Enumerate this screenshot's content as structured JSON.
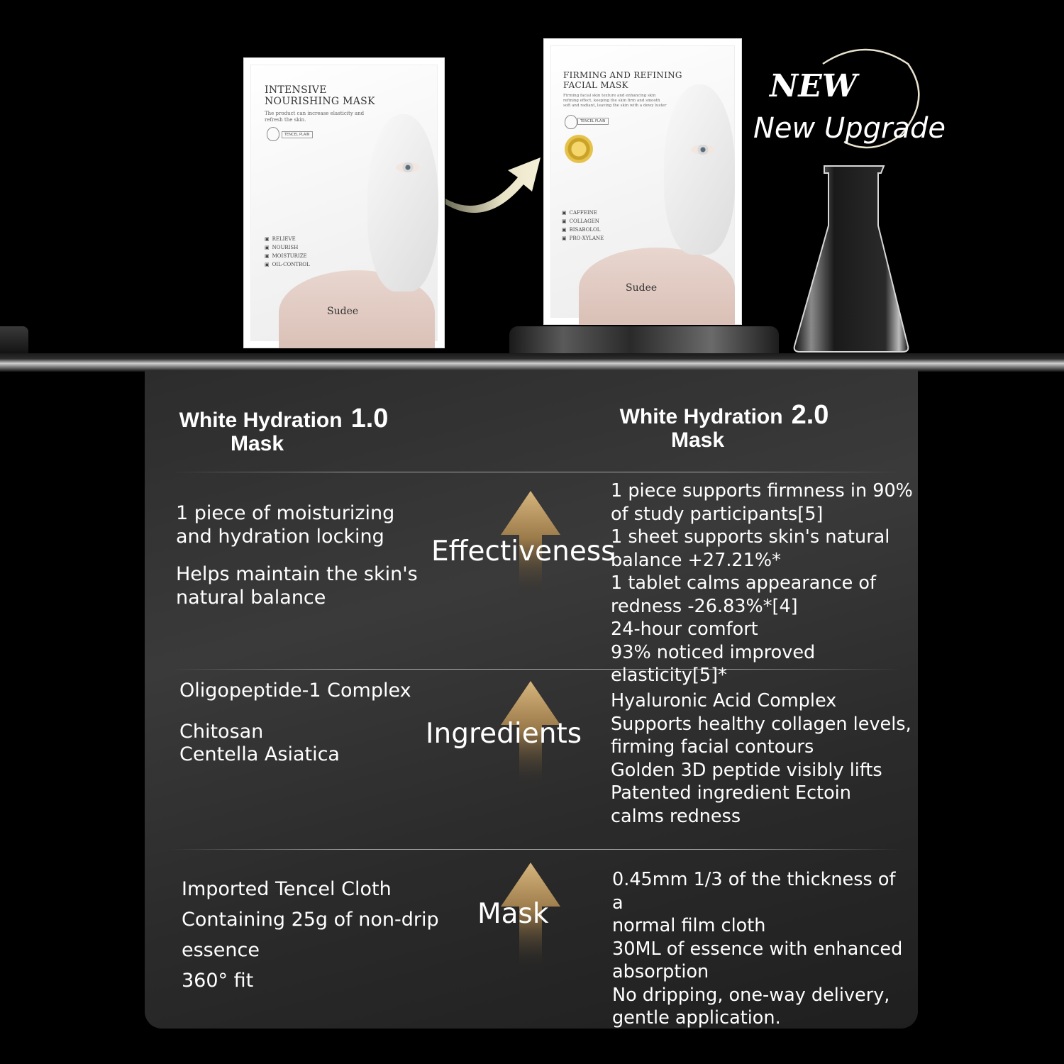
{
  "colors": {
    "background": "#000000",
    "panel": "#2f2f2f",
    "arrow_gold": "#c9a46a",
    "text": "#ffffff"
  },
  "product_old": {
    "title_line1": "INTENSIVE",
    "title_line2": "NOURISHING MASK",
    "desc_line1": "The product can increase elasticity and",
    "desc_line2": "refresh the skin.",
    "tag": "TENCEL PLAIN",
    "features": [
      "RELIEVE",
      "NOURISH",
      "MOISTURIZE",
      "OIL-CONTROL"
    ],
    "brand": "Sudee"
  },
  "product_new": {
    "title_line1": "FIRMING AND REFINING",
    "title_line2": "FACIAL MASK",
    "desc_line1": "Firming facial skin texture and enhancing skin",
    "desc_line2": "refining effect, keeping the skin firm and smooth",
    "desc_line3": "soft and radiant, leaving the skin with a dewy luster",
    "tag": "TENCEL PLAIN",
    "features": [
      "CAFFEINE",
      "COLLAGEN",
      "BISABOLOL",
      "PRO-XYLANE"
    ],
    "brand": "Sudee"
  },
  "badge": {
    "new": "NEW",
    "upgrade": "New Upgrade"
  },
  "comparison": {
    "left_header": {
      "name_line1": "White Hydration",
      "name_line2": "Mask",
      "version": "1.0"
    },
    "right_header": {
      "name_line1": "White Hydration",
      "name_line2": "Mask",
      "version": "2.0"
    },
    "rows": [
      {
        "label": "Effectiveness",
        "left": [
          "1 piece of moisturizing",
          "and hydration locking",
          "Helps maintain the skin's",
          "natural balance"
        ],
        "right": [
          "1 piece supports firmness in 90%",
          "of study participants[5]",
          "1 sheet supports skin's natural",
          "balance +27.21%*",
          "1 tablet calms appearance of",
          "redness -26.83%*[4]",
          "24-hour comfort",
          "93% noticed improved elasticity[5]*"
        ]
      },
      {
        "label": "Ingredients",
        "left": [
          "Oligopeptide-1 Complex",
          "Chitosan",
          "Centella Asiatica"
        ],
        "right": [
          "Hyaluronic Acid Complex",
          "Supports healthy collagen levels,",
          "firming facial contours",
          "Golden 3D peptide visibly lifts",
          "Patented ingredient Ectoin",
          "calms redness"
        ]
      },
      {
        "label": "Mask",
        "left": [
          "Imported Tencel Cloth",
          "Containing 25g of non-drip",
          "essence",
          "360° fit"
        ],
        "right": [
          "0.45mm 1/3 of the thickness of a",
          "normal film cloth",
          "30ML of essence with enhanced",
          "absorption",
          "No dripping, one-way delivery,",
          "gentle application."
        ]
      }
    ]
  }
}
